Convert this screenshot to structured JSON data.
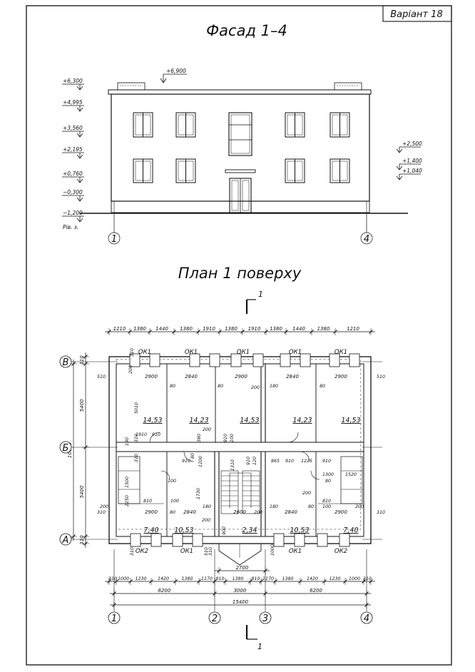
{
  "sheet": {
    "variant": "Варіант 18",
    "facade_title": "Фасад 1–4",
    "plan_title": "План 1 поверху",
    "section_mark": "1"
  },
  "facade": {
    "levels_left": [
      "+6,300",
      "+4,995",
      "+3,560",
      "+2,195",
      "+0,760",
      "−0,300",
      "−1,200"
    ],
    "ground_note": "Рів. з.",
    "roof_level": "+6,900",
    "levels_right": [
      "+2,500",
      "+1,400",
      "+1,040"
    ],
    "axes": [
      "1",
      "4"
    ]
  },
  "plan": {
    "top_dims": [
      "1210",
      "1380",
      "1440",
      "1380",
      "1910",
      "1380",
      "1910",
      "1380",
      "1440",
      "1380",
      "1210"
    ],
    "bottom_dims_row1": [
      "310",
      "1000",
      "1230",
      "1420",
      "1380",
      "1170",
      "810",
      "1380",
      "810",
      "1170",
      "1380",
      "1420",
      "1230",
      "1000",
      "310"
    ],
    "bottom_dims_row2": [
      "6200",
      "3000",
      "6200"
    ],
    "overall_length": "15400",
    "stair_width": "2700",
    "left_dims": [
      "310",
      "5400",
      "5400",
      "310"
    ],
    "overall_depth": "10800",
    "axes_horizontal": [
      "1",
      "2",
      "3",
      "4"
    ],
    "axes_vertical": [
      "В",
      "Б",
      "А"
    ],
    "windows_top": [
      "ОК1",
      "ОК1",
      "ОК1",
      "ОК1",
      "ОК1"
    ],
    "windows_bottom": [
      "ОК2",
      "ОК1",
      "ОК1",
      "ОК2"
    ],
    "room_areas_top": [
      "14,53",
      "14,23",
      "14,53",
      "14,23",
      "14,53"
    ],
    "room_areas_bottom": [
      "7,40",
      "10,53",
      "2,34",
      "10,53",
      "7,40"
    ],
    "room_widths_top": [
      "2900",
      "2840",
      "2900",
      "2840",
      "2900"
    ],
    "room_widths_bottom": [
      "2900",
      "2840",
      "2600",
      "2840",
      "2900"
    ],
    "misc_dims": [
      "510",
      "510",
      "200",
      "5010",
      "80",
      "80",
      "200",
      "180",
      "80",
      "1910",
      "910",
      "380",
      "910",
      "100",
      "190",
      "910",
      "1200",
      "1310",
      "910",
      "120",
      "865",
      "910",
      "1225",
      "910",
      "1300",
      "1520",
      "80",
      "200",
      "810",
      "100",
      "80",
      "1730",
      "1500",
      "2250",
      "810",
      "100",
      "180",
      "200",
      "200",
      "310",
      "200",
      "180",
      "200",
      "310",
      "900",
      "510",
      "1000",
      "310",
      "310",
      "310",
      "310",
      "310",
      "200",
      "80",
      "80",
      "100"
    ]
  }
}
